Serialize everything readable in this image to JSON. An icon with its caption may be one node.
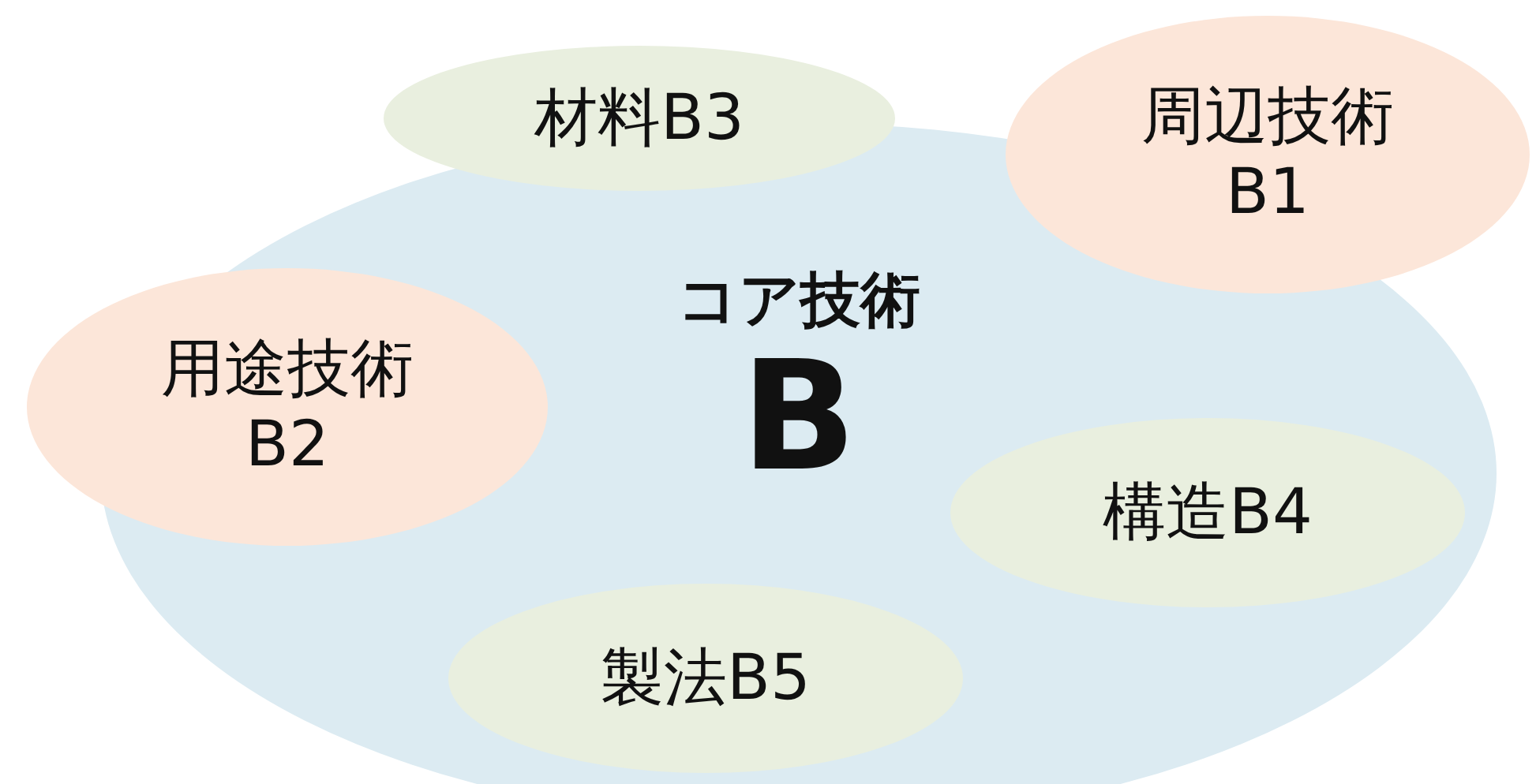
{
  "diagram": {
    "nodes": [
      {
        "text": [
          "コア技術",
          "B"
        ]
      },
      {
        "text": [
          "材料B3"
        ]
      },
      {
        "text": [
          "周辺技術B1"
        ]
      },
      {
        "text": [
          "用途技術B2"
        ]
      },
      {
        "text": [
          "構造B4"
        ],
        "in": 0
      },
      {
        "text": [
          "製法B5"
        ],
        "in": 0
      }
    ]
  }
}
